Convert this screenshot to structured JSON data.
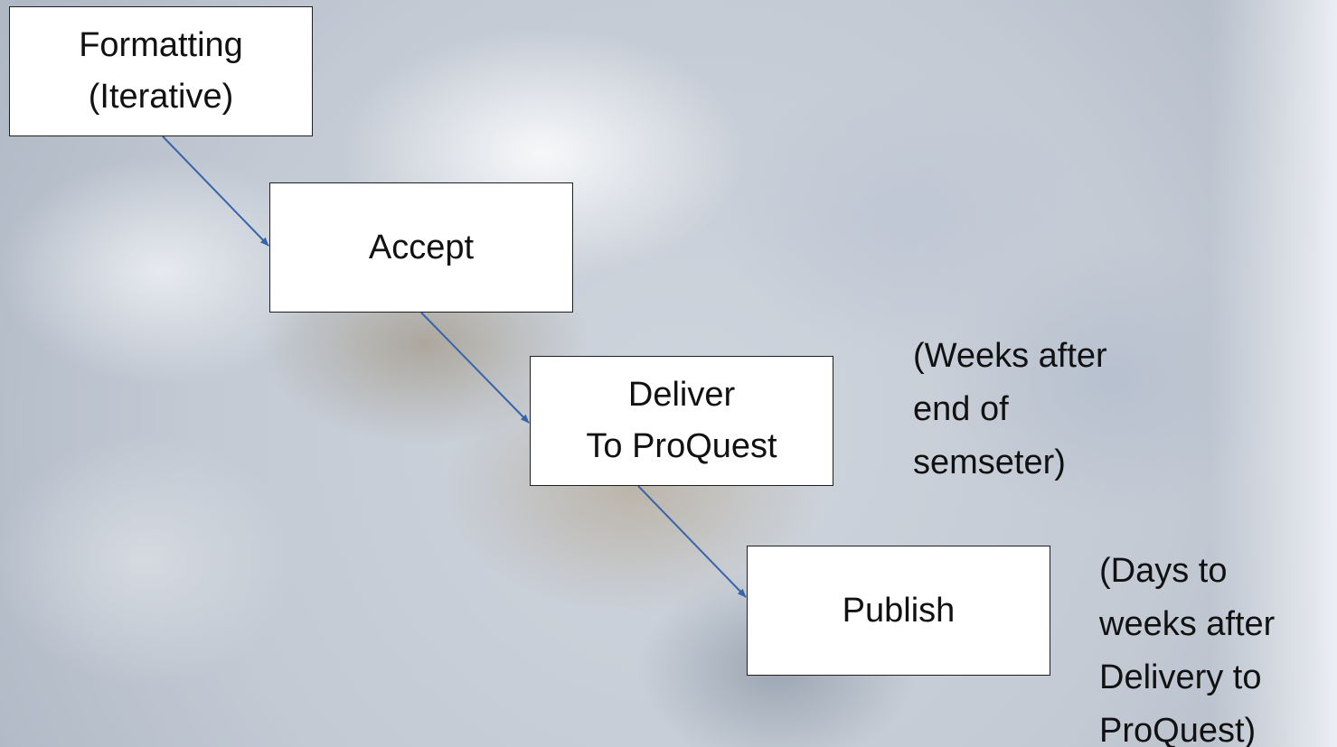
{
  "steps": [
    {
      "line1": "Formatting",
      "line2": "(Iterative)"
    },
    {
      "line1": "Accept"
    },
    {
      "line1": "Deliver",
      "line2": "To ProQuest"
    },
    {
      "line1": "Publish"
    }
  ],
  "notes": {
    "deliver": [
      "(Weeks after",
      "end of",
      "semseter)"
    ],
    "publish": [
      "(Days to",
      "weeks after",
      "Delivery to",
      "ProQuest)"
    ]
  },
  "colors": {
    "connector": "#3a64a8",
    "box_fill": "#ffffff",
    "box_border": "#1f1f1f",
    "text": "#111111"
  }
}
